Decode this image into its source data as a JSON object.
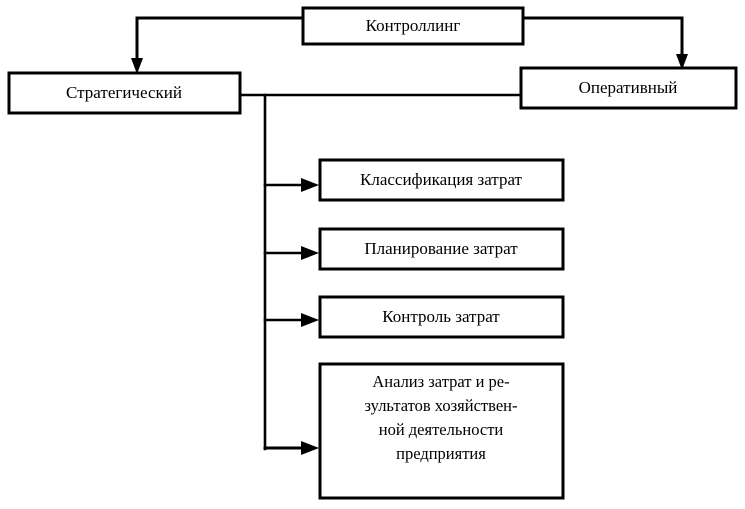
{
  "diagram": {
    "title_node": {
      "id": "controlling",
      "label": "Контроллинг"
    },
    "branches": [
      {
        "id": "strategic",
        "label": "Стратегический"
      },
      {
        "id": "operational",
        "label": "Оперативный"
      }
    ],
    "functions": [
      {
        "id": "cost-classification",
        "label": "Классификация затрат"
      },
      {
        "id": "cost-planning",
        "label": "Планирование затрат"
      },
      {
        "id": "cost-control",
        "label": "Контроль затрат"
      },
      {
        "id": "cost-and-results-analysis",
        "lines": [
          "Анализ затрат и ре-",
          "зультатов хозяйствен-",
          "ной деятельности",
          "предприятия"
        ]
      }
    ],
    "colors": {
      "stroke": "#000000",
      "fill": "#ffffff",
      "text": "#000000"
    }
  }
}
